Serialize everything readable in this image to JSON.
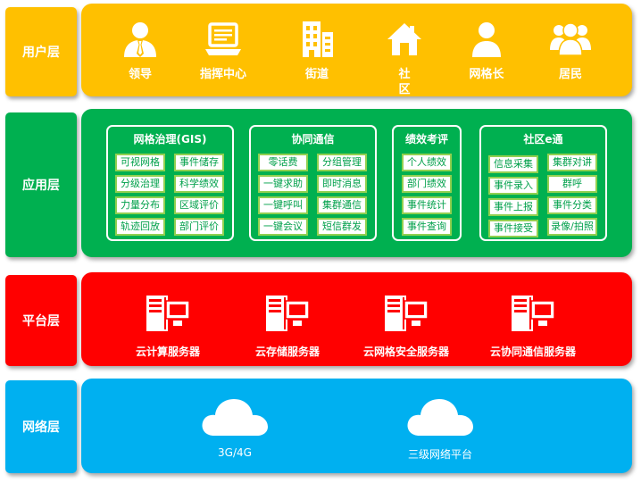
{
  "layers": {
    "user": "用户层",
    "app": "应用层",
    "platform": "平台层",
    "network": "网络层"
  },
  "user_items": [
    {
      "label": "领导",
      "icon": "leader-icon"
    },
    {
      "label": "指挥中心",
      "icon": "laptop-icon"
    },
    {
      "label": "街道",
      "icon": "building-icon"
    },
    {
      "label": "社\n区",
      "icon": "house-icon"
    },
    {
      "label": "网格长",
      "icon": "person-icon"
    },
    {
      "label": "居民",
      "icon": "group-icon"
    }
  ],
  "app_groups": [
    {
      "title": "网格治理(GIS)",
      "cells": [
        "可视网格",
        "事件储存",
        "分级治理",
        "科学绩效",
        "力量分布",
        "区域评价",
        "轨迹回放",
        "部门评价"
      ]
    },
    {
      "title": "协同通信",
      "cells": [
        "零话费",
        "分组管理",
        "一键求助",
        "即时消息",
        "一键呼叫",
        "集群通信",
        "一键会议",
        "短信群发"
      ]
    },
    {
      "title": "绩效考评",
      "cells": [
        "个人绩效",
        "部门绩效",
        "事件统计",
        "事件查询"
      ]
    },
    {
      "title": "社区e通",
      "cells": [
        "信息采集",
        "集群对讲",
        "事件录入",
        "群呼",
        "事件上报",
        "事件分类",
        "事件接受",
        "录像/拍照"
      ]
    }
  ],
  "servers": [
    {
      "label": "云计算服务器"
    },
    {
      "label": "云存储服务器"
    },
    {
      "label": "云网格安全服务器"
    },
    {
      "label": "云协同通信服务器"
    }
  ],
  "clouds": [
    {
      "label": "3G/4G"
    },
    {
      "label": "三级网络平台"
    }
  ],
  "colors": {
    "yellow": "#ffc000",
    "green": "#00b050",
    "red": "#ff0000",
    "blue": "#00b0f0",
    "cell_border": "#92d050"
  }
}
